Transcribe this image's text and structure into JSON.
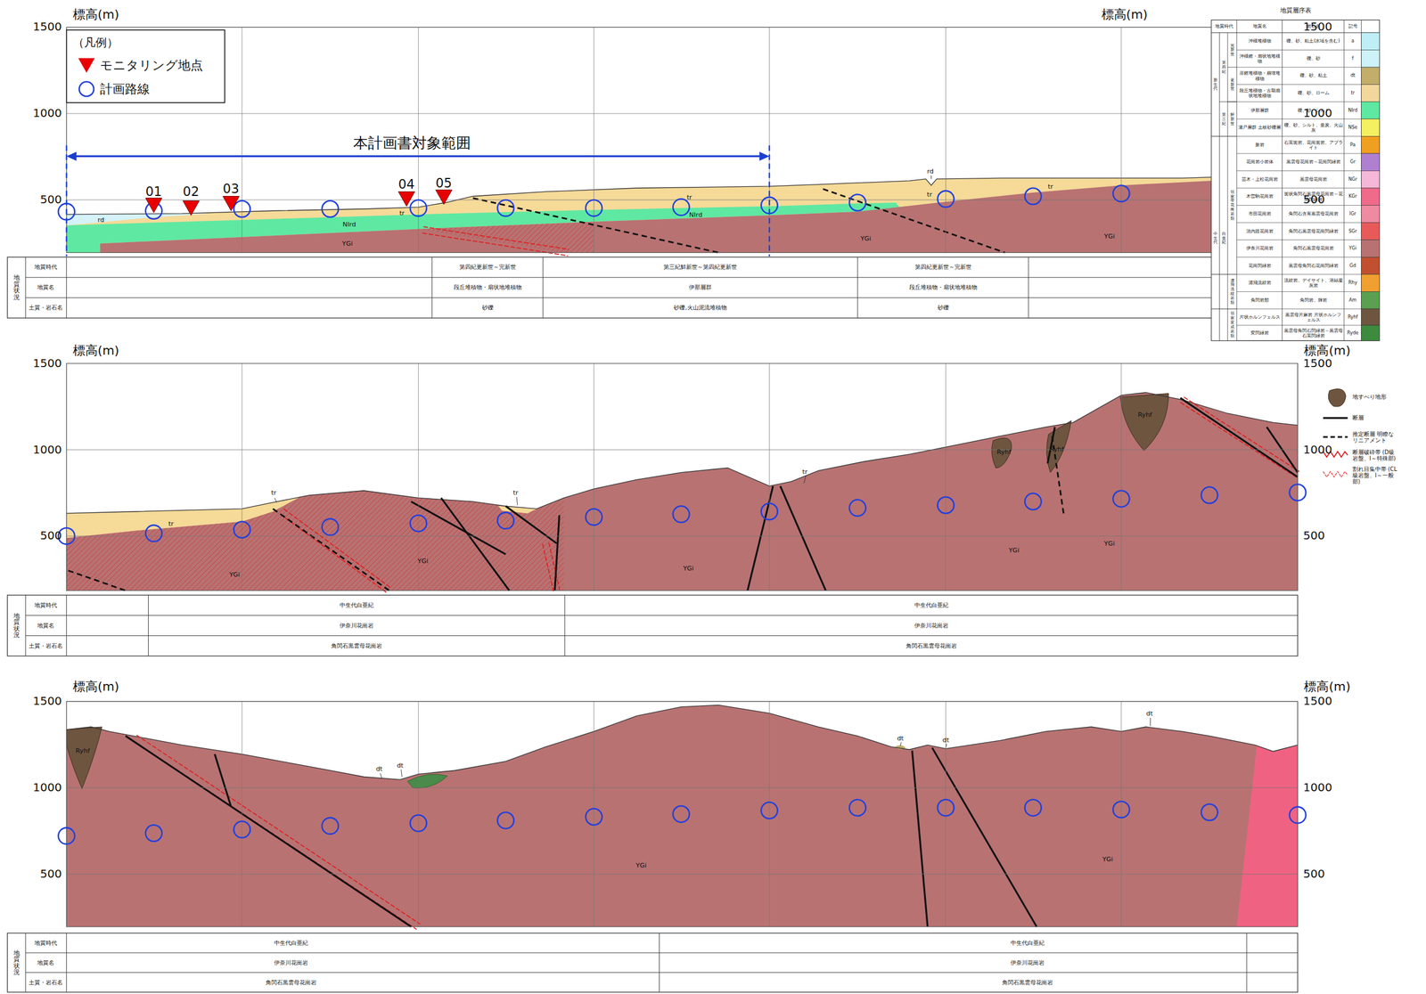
{
  "diagram": {
    "labels": [
      "標高(m)",
      "標高(m)",
      "1500",
      "1000",
      "500",
      "1500",
      "1000",
      "500",
      "標高(m)",
      "標高(m)",
      "1500",
      "1000",
      "500",
      "1500",
      "1000",
      "500",
      "標高(m)",
      "標高(m)",
      "1500",
      "1000",
      "500",
      "1500",
      "1000",
      "500",
      "（凡例）",
      "本計画書対象範囲",
      "01",
      "02",
      "03",
      "04",
      "05",
      "rd",
      "NIrd",
      "tr",
      "YGi",
      "NIrd",
      "tr",
      "YGi",
      "rd",
      "tr",
      "tr",
      "YGi",
      "tr",
      "tr",
      "tr",
      "YGi",
      "YGi",
      "YGi",
      "tr",
      "YGi",
      "YGi",
      "Ryhf",
      "Ryhf",
      "Ryhf",
      "Ryhf",
      "dt",
      "dt",
      "dt",
      "dt",
      "dt",
      "YGi",
      "YGi",
      "地質状況",
      "地質時代",
      "地質名",
      "土質・岩石名",
      "第四紀更新世～完新世",
      "第三紀鮮新世～第四紀更新世",
      "第四紀更新世～完新世",
      "段丘堆積物・扇状地堆積物",
      "伊那層群",
      "段丘堆積物・扇状地堆積物",
      "砂礫",
      "砂礫,火山泥流堆積物",
      "砂礫",
      "地質状況",
      "地質時代",
      "地質名",
      "土質・岩石名",
      "中生代白亜紀",
      "中生代白亜紀",
      "伊奈川花崗岩",
      "伊奈川花崗岩",
      "角閃石黒雲母花崗岩",
      "角閃石黒雲母花崗岩",
      "地質状況",
      "地質時代",
      "地質名",
      "土質・岩石名",
      "中生代白亜紀",
      "中生代白亜紀",
      "伊奈川花崗岩",
      "伊奈川花崗岩",
      "角閃石黒雲母花崗岩",
      "角閃石黒雲母花崗岩",
      "地質層序表",
      "地質時代",
      "地質名",
      "岩石名",
      "記号",
      "新生代",
      "中生代",
      "第四紀",
      "第三紀",
      "白亜紀",
      "完新世",
      "更新世",
      "鮮新世",
      "領家帯花崗岩類",
      "濃飛流紋岩類",
      "領家変成岩類",
      "沖積堆積物",
      "礫、砂、粘土(水域を含む)",
      "a",
      "沖積錐・扇状地堆積物",
      "礫、砂",
      "f",
      "崖錐堆積物・崩壊堆積物",
      "礫、砂、粘土",
      "dt",
      "段丘堆積物・古期扇状地堆積物",
      "礫、砂、ローム",
      "tr",
      "伊那層群",
      "礫、砂、シルト",
      "NIrd",
      "瀬戸層群 土岐砂礫層",
      "礫、砂、シルト、亜炭、火山灰",
      "NSe",
      "脈岩",
      "石英斑岩、花崗斑岩、アプライト",
      "Pa",
      "花崗岩小岩体",
      "黒雲母花崗岩～花崗閃緑岩",
      "Gr",
      "苗木・上松花崗岩",
      "黒雲母花崗岩",
      "NGr",
      "木曽駒花崗岩",
      "斑状角閃石黒雲母花崗岩～花崗閃緑岩",
      "KGr",
      "市田花崗岩",
      "角閃石含有黒雲母花崗岩",
      "IGr",
      "清内路花崗岩",
      "角閃石黒雲母花崗閃緑岩",
      "SGr",
      "伊奈川花崗岩",
      "角閃石黒雲母花崗岩",
      "YGi",
      "花崗閃緑岩",
      "黒雲母角閃石花崗閃緑岩",
      "Gd",
      "濃飛流紋岩",
      "流紋岩、デイサイト、溶結凝灰岩",
      "Rhy",
      "角閃岩類",
      "角閃岩、輝岩",
      "Am",
      "片状ホルンフェルス",
      "黒雲母片麻岩 片状ホルンフェルス",
      "Ryhf",
      "変閃緑岩",
      "黒雲母角閃石閃緑岩～黒雲母石英閃緑岩",
      "Ryde"
    ],
    "legend": [
      {
        "text": "モニタリング地点"
      },
      {
        "text": "計画路線"
      },
      {
        "text": "地すべり地形"
      },
      {
        "text": "断層"
      },
      {
        "text": "推定断層 明瞭なリニアメント"
      },
      {
        "text": "断層破砕帯 (D級岩盤、I～特殊部)"
      },
      {
        "text": "割れ目集中帯 (CL級岩盤、I～一般部)"
      }
    ]
  }
}
